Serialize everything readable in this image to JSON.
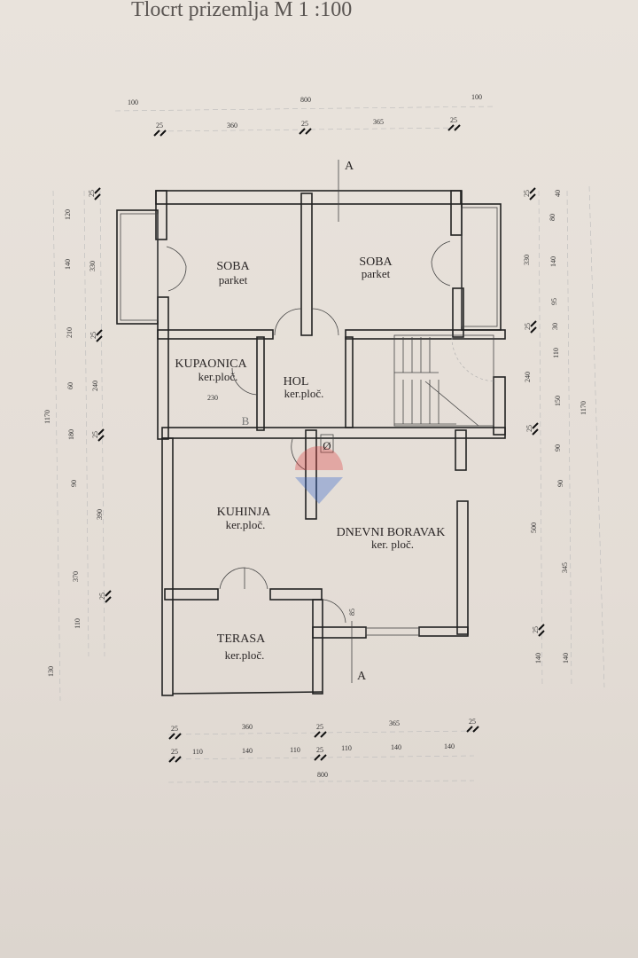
{
  "title": "Tlocrt prizemlja  M 1 :100",
  "rooms": {
    "soba_left": {
      "name": "SOBA",
      "floor": "parket"
    },
    "soba_right": {
      "name": "SOBA",
      "floor": "parket"
    },
    "kupaonica": {
      "name": "KUPAONICA",
      "floor": "ker.ploč.",
      "note": "230",
      "mark": "B"
    },
    "hol": {
      "name": "HOL",
      "floor": "ker.ploč."
    },
    "kuhinja": {
      "name": "KUHINJA",
      "floor": "ker.ploč."
    },
    "dnevni_boravak": {
      "name": "DNEVNI BORAVAK",
      "floor": "ker. ploč."
    },
    "terasa": {
      "name": "TERASA",
      "floor": "ker.ploč."
    }
  },
  "section_marks": {
    "top": "A",
    "bottom": "A"
  },
  "door_dim": "85",
  "chimney_symbol": "Ø",
  "watermark": "RE/MAX",
  "dimensions": {
    "top_overall": [
      "100",
      "800",
      "100"
    ],
    "top_detail": [
      "25",
      "360",
      "25",
      "365",
      "25"
    ],
    "left_outer": [
      "1170",
      "130"
    ],
    "left_middle": [
      "120",
      "140",
      "210",
      "60",
      "180",
      "90",
      "370",
      "110"
    ],
    "left_inner": [
      "25",
      "330",
      "25",
      "240",
      "25",
      "390",
      "25"
    ],
    "right_inner": [
      "25",
      "330",
      "25",
      "240",
      "25",
      "500",
      "25",
      "140"
    ],
    "right_middle": [
      "40",
      "80",
      "140",
      "95",
      "30",
      "110",
      "150",
      "90",
      "90",
      "345",
      "140"
    ],
    "right_outer": [
      "1170"
    ],
    "bottom_detail": [
      "25",
      "360",
      "25",
      "365",
      "25"
    ],
    "bottom_openings": [
      "25",
      "110",
      "140",
      "110",
      "25",
      "110",
      "140",
      "140"
    ],
    "bottom_overall": [
      "800"
    ]
  }
}
